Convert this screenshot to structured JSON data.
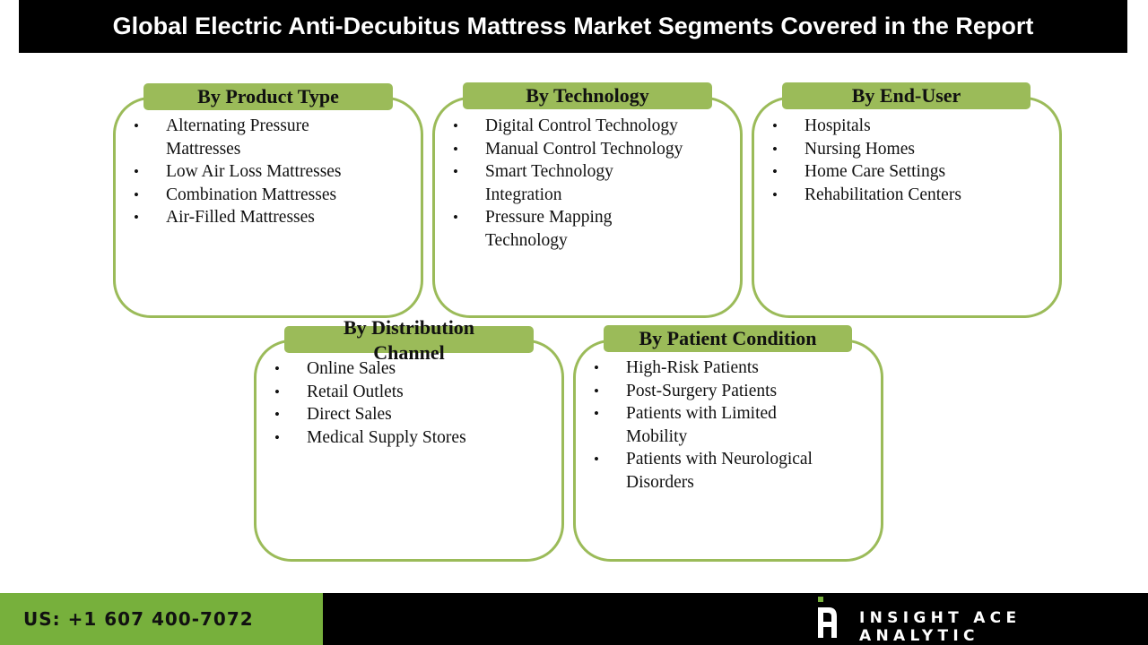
{
  "header": {
    "title": "Global Electric Anti-Decubitus Mattress Market Segments Covered in the Report"
  },
  "segments": [
    {
      "title": "By Product Type",
      "items": [
        "Alternating Pressure Mattresses",
        "Low Air Loss Mattresses",
        "Combination Mattresses",
        "Air-Filled Mattresses"
      ]
    },
    {
      "title": "By Technology",
      "items": [
        "Digital Control Technology",
        "Manual Control Technology",
        "Smart Technology Integration",
        "Pressure Mapping Technology"
      ]
    },
    {
      "title": "By End-User",
      "items": [
        "Hospitals",
        "Nursing Homes",
        "Home Care Settings",
        "Rehabilitation Centers"
      ]
    },
    {
      "title": "By Distribution Channel",
      "items": [
        "Online Sales",
        "Retail Outlets",
        "Direct Sales",
        "Medical Supply Stores"
      ]
    },
    {
      "title": "By Patient Condition",
      "items": [
        "High-Risk Patients",
        "Post-Surgery Patients",
        "Patients with Limited Mobility",
        "Patients with Neurological Disorders"
      ]
    }
  ],
  "footer": {
    "phone": "US: +1 607 400-7072",
    "brand": "INSIGHT ACE ANALYTIC",
    "logo_icon": "insight-ace-logo"
  },
  "colors": {
    "accent_green": "#9bbb59",
    "footer_green": "#77b03c",
    "header_bg": "#000000"
  }
}
